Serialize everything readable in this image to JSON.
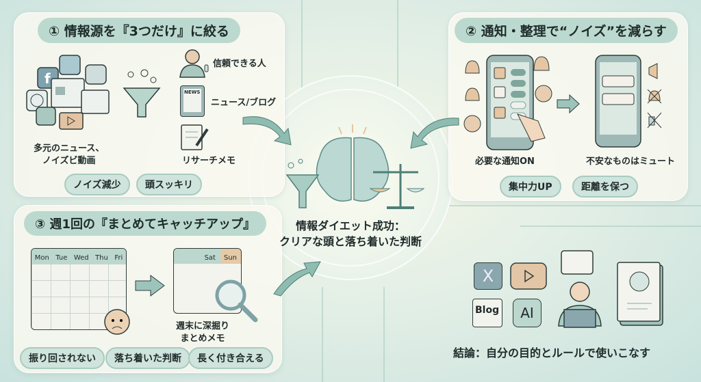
{
  "section1": {
    "title": "① 情報源を『3つだけ』に絞る",
    "noise_label": "多元のニュース、\nノイズビ動画",
    "sources": [
      "信頼できる人",
      "ニュース/ブログ",
      "リサーチメモ"
    ],
    "news_icon_text": "NEWS",
    "pills": [
      "ノイズ減少",
      "頭スッキリ"
    ]
  },
  "section2": {
    "title": "② 通知・整理で“ノイズ”を減らす",
    "left_label": "必要な通知ON",
    "right_label": "不安なものはミュート",
    "pills": [
      "集中力UP",
      "距離を保つ"
    ]
  },
  "section3": {
    "title": "③ 週1回の『まとめてキャッチアップ』",
    "weekdays": [
      "Mon",
      "Tue",
      "Wed",
      "Thu",
      "Fri"
    ],
    "weekend": [
      "Sat",
      "Sun"
    ],
    "weekend_label": "週末に深掘り\nまとめメモ",
    "pills": [
      "振り回されない",
      "落ち着いた判断",
      "長く付き合える"
    ]
  },
  "center": {
    "line1": "情報ダイエット成功：",
    "line2": "クリアな頭と落ち着いた判断"
  },
  "conclusion": {
    "icons": [
      "X",
      "Blog",
      "AI"
    ],
    "text": "結論：自分の目的とルールで使いこなす"
  },
  "colors": {
    "teal": "#8fbcb0",
    "sand": "#e5c6a4",
    "pill": "#cfe4dc"
  }
}
